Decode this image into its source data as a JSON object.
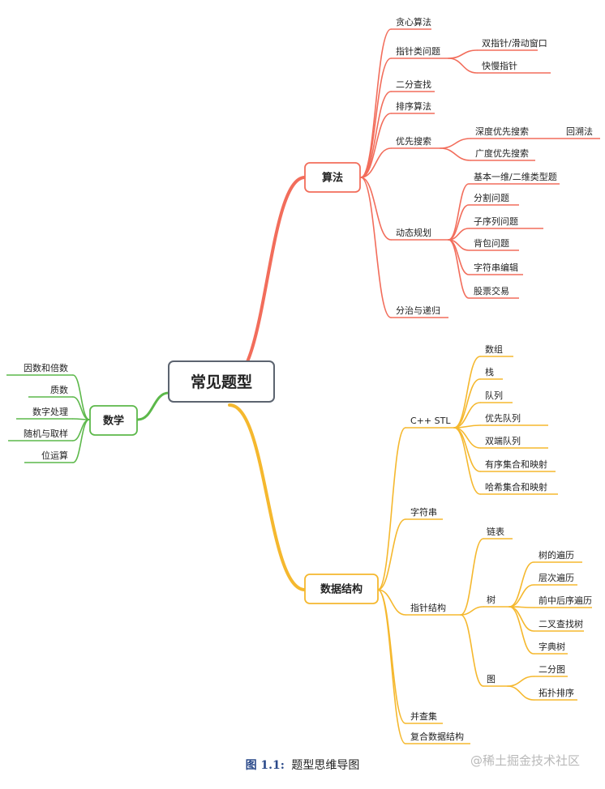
{
  "central": "常见题型",
  "branches": {
    "algorithm": {
      "label": "算法",
      "color": "#f26d5b",
      "items": [
        "贪心算法",
        "指针类问题",
        "二分查找",
        "排序算法",
        "优先搜索",
        "动态规划",
        "分治与递归"
      ],
      "pointer_sub": [
        "双指针/滑动窗口",
        "快慢指针"
      ],
      "search_sub": [
        "深度优先搜索",
        "广度优先搜索"
      ],
      "search_extra": "回溯法",
      "dp_sub": [
        "基本一维/二维类型题",
        "分割问题",
        "子序列问题",
        "背包问题",
        "字符串编辑",
        "股票交易"
      ]
    },
    "math": {
      "label": "数学",
      "color": "#5cb84a",
      "items": [
        "因数和倍数",
        "质数",
        "数字处理",
        "随机与取样",
        "位运算"
      ]
    },
    "data_structure": {
      "label": "数据结构",
      "color": "#f5b82e",
      "items": [
        "C++ STL",
        "字符串",
        "指针结构",
        "并查集",
        "复合数据结构"
      ],
      "stl_sub": [
        "数组",
        "栈",
        "队列",
        "优先队列",
        "双端队列",
        "有序集合和映射",
        "哈希集合和映射"
      ],
      "pointer_sub": [
        "链表",
        "树",
        "图"
      ],
      "tree_sub": [
        "树的遍历",
        "层次遍历",
        "前中后序遍历",
        "二叉查找树",
        "字典树"
      ],
      "graph_sub": [
        "二分图",
        "拓扑排序"
      ]
    }
  },
  "caption": {
    "number": "图 1.1:",
    "text": "题型思维导图"
  },
  "watermark": "@稀土掘金技术社区"
}
